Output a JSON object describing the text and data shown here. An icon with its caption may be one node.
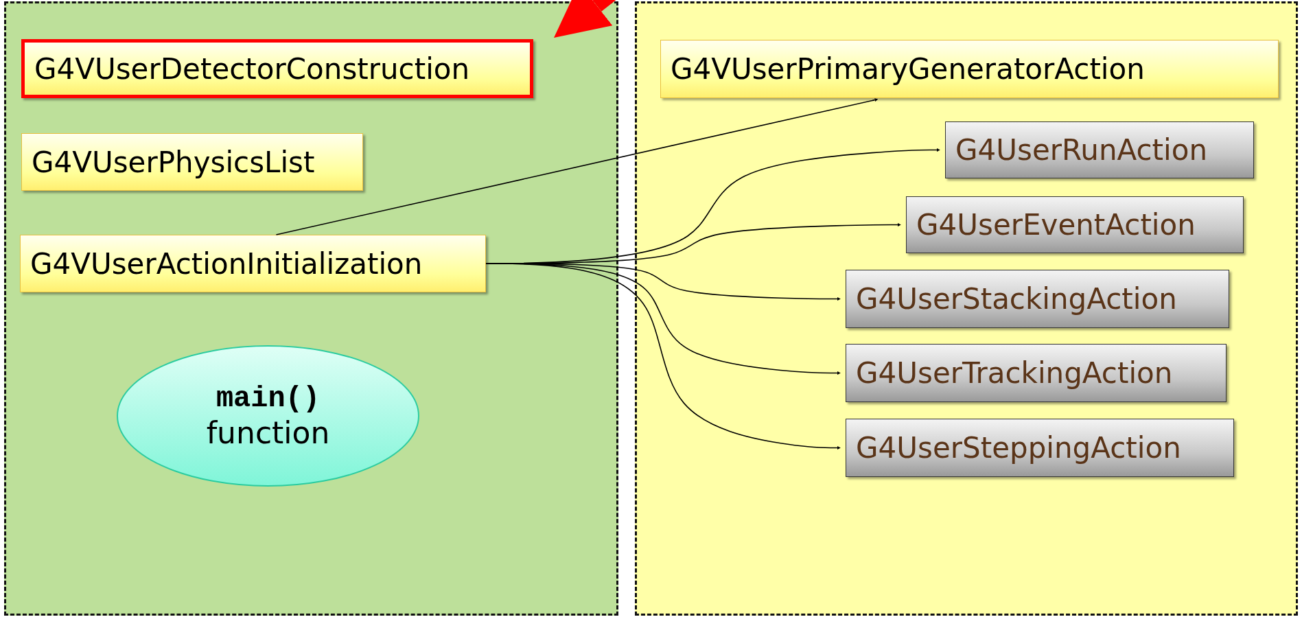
{
  "diagram": {
    "nodes": [
      {
        "text": [],
        "shape": "box"
      },
      {
        "text": [
          "G4VUserDetectorConstruction"
        ],
        "in": 0
      },
      {
        "text": [
          "G4VUserPhysicsList"
        ],
        "in": 0
      },
      {
        "text": [
          "G4VUserActionInitialization"
        ],
        "in": 0
      },
      {
        "text": [
          "main()",
          "function"
        ],
        "in": 0
      },
      {
        "text": [],
        "shape": "box"
      },
      {
        "text": [
          "G4VUserPrimaryGeneratorAction"
        ],
        "in": 5
      },
      {
        "text": [
          "G4UserRunAction"
        ],
        "in": 5
      },
      {
        "text": [
          "G4UserEventAction"
        ],
        "in": 5
      },
      {
        "text": [
          "G4UserStackingAction"
        ],
        "in": 5
      },
      {
        "text": [
          "G4UserTrackingAction"
        ],
        "in": 5
      },
      {
        "text": [
          "G4UserSteppingAction"
        ],
        "in": 5
      }
    ],
    "edges": [
      {
        "from": null,
        "to": 1,
        "arrow": "to",
        "style": "thick",
        "color": "#ff0000"
      },
      {
        "from": 3,
        "to": 6,
        "arrow": "to"
      },
      {
        "from": 3,
        "to": 7,
        "arrow": "to"
      },
      {
        "from": 3,
        "to": 8,
        "arrow": "to"
      },
      {
        "from": 3,
        "to": 9,
        "arrow": "to"
      },
      {
        "from": 3,
        "to": 10,
        "arrow": "to"
      },
      {
        "from": 3,
        "to": 11,
        "arrow": "to"
      }
    ]
  }
}
